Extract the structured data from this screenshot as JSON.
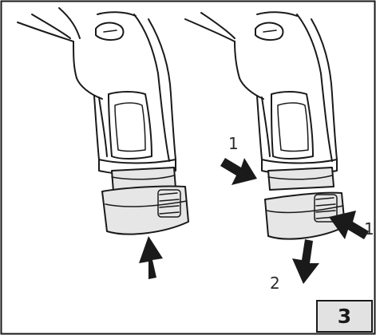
{
  "figure": {
    "number": "3",
    "callouts": {
      "press_left": "1",
      "press_right": "1",
      "pull": "2"
    }
  },
  "icons": [
    "arrow-up-icon",
    "arrow-right-icon",
    "arrow-left-icon",
    "arrow-down-icon"
  ],
  "colors": {
    "line": "#1a1a1a",
    "battery_fill": "#e6e6e6",
    "figure_box_fill": "#e2e2e2",
    "background": "#ffffff"
  }
}
